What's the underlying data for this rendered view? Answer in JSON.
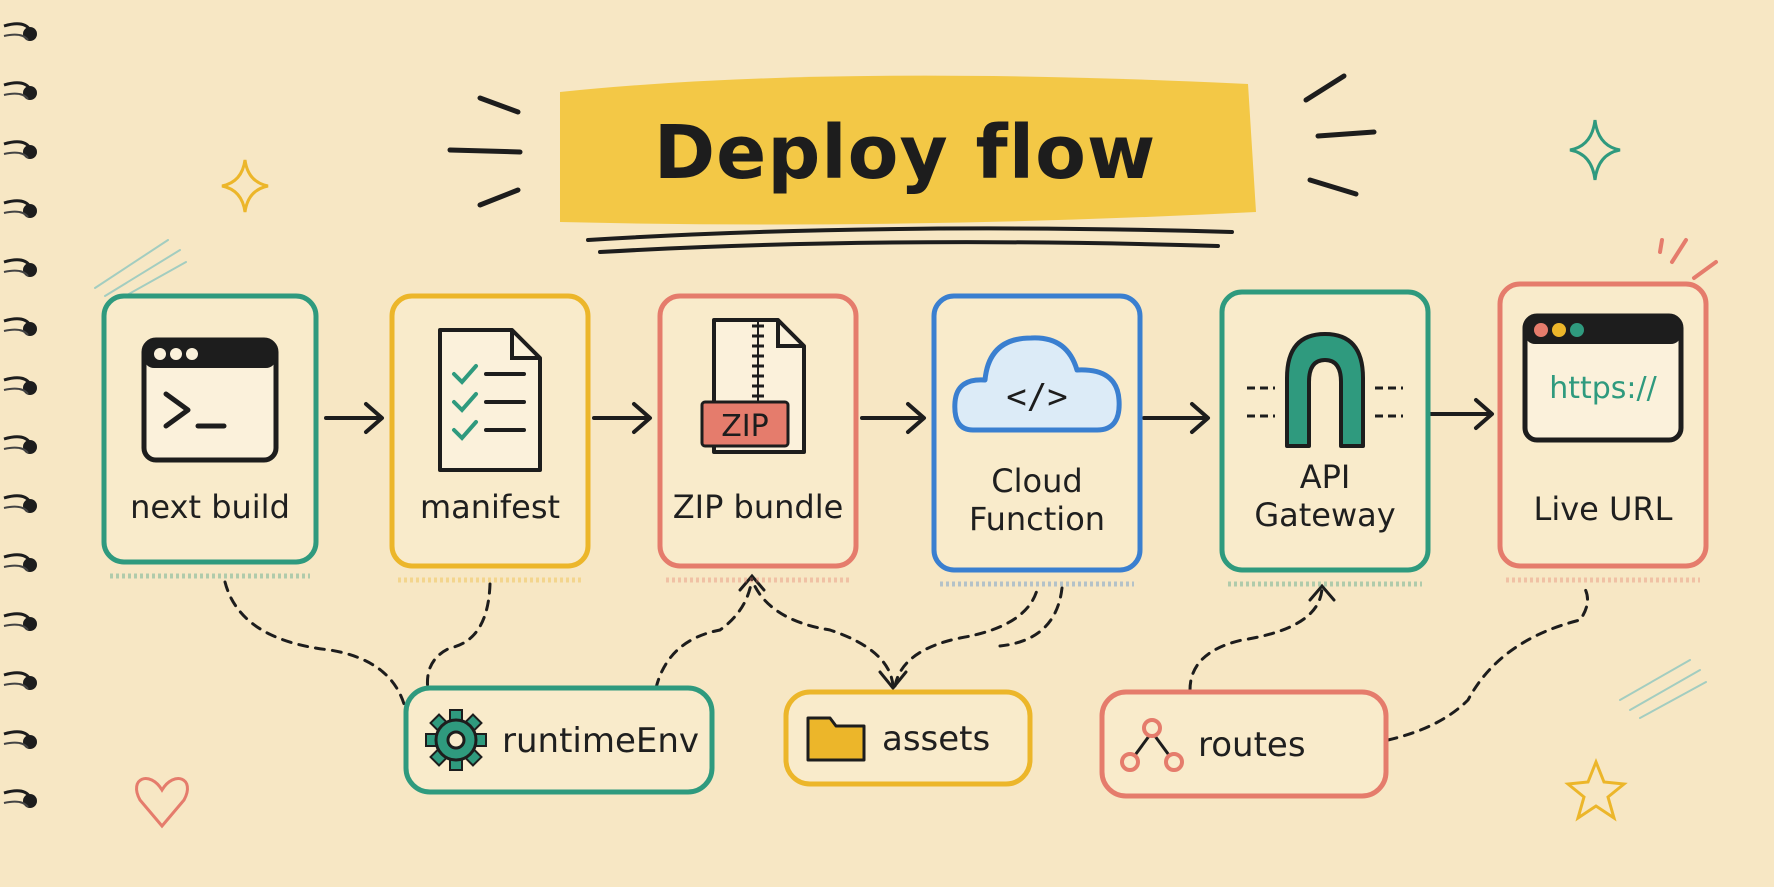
{
  "title": "Deploy flow",
  "colors": {
    "background": "#f7e7c4",
    "highlight": "#f2c230",
    "teal": "#2f9a7e",
    "yellow": "#ecb62a",
    "red": "#e57c6c",
    "blue": "#3a7fd0",
    "ink": "#1d1d1d"
  },
  "steps": [
    {
      "label": "next build",
      "icon": "terminal-window-icon",
      "color": "teal"
    },
    {
      "label": "manifest",
      "icon": "checklist-document-icon",
      "color": "yellow"
    },
    {
      "label": "ZIP bundle",
      "icon": "zip-file-icon",
      "icon_text": "ZIP",
      "color": "red"
    },
    {
      "label_lines": [
        "Cloud",
        "Function"
      ],
      "icon": "cloud-code-icon",
      "icon_text": "</>",
      "color": "blue"
    },
    {
      "label_lines": [
        "API",
        "Gateway"
      ],
      "icon": "gateway-arch-icon",
      "color": "teal"
    },
    {
      "label": "Live URL",
      "icon": "browser-window-icon",
      "icon_text": "https://",
      "color": "red"
    }
  ],
  "inputs": [
    {
      "label": "runtimeEnv",
      "icon": "gear-icon",
      "color": "teal"
    },
    {
      "label": "assets",
      "icon": "folder-icon",
      "color": "yellow"
    },
    {
      "label": "routes",
      "icon": "branch-nodes-icon",
      "color": "red"
    }
  ]
}
